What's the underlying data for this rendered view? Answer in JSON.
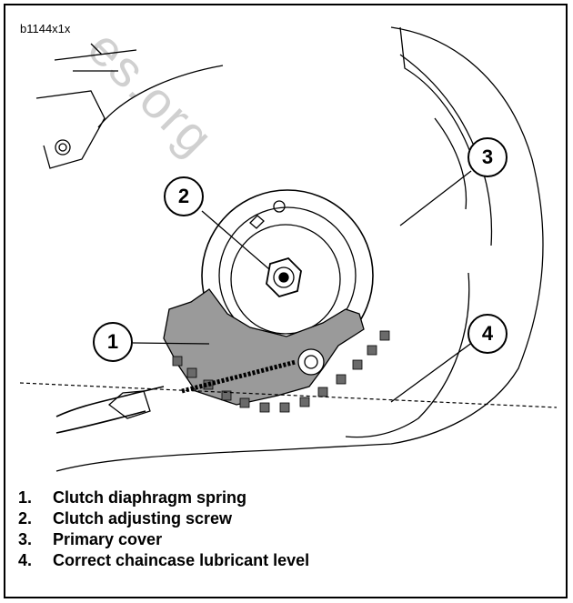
{
  "figure": {
    "ref_code": "b1144x1x",
    "watermark": "es.org"
  },
  "callouts": [
    {
      "number": "1",
      "label": "Clutch diaphragm spring"
    },
    {
      "number": "2",
      "label": "Clutch adjusting screw"
    },
    {
      "number": "3",
      "label": "Primary cover"
    },
    {
      "number": "4",
      "label": "Correct chaincase lubricant level"
    }
  ],
  "legend": [
    {
      "number": "1.",
      "label": "Clutch diaphragm spring"
    },
    {
      "number": "2.",
      "label": "Clutch adjusting screw"
    },
    {
      "number": "3.",
      "label": "Primary cover"
    },
    {
      "number": "4.",
      "label": "Correct chaincase lubricant level"
    }
  ]
}
